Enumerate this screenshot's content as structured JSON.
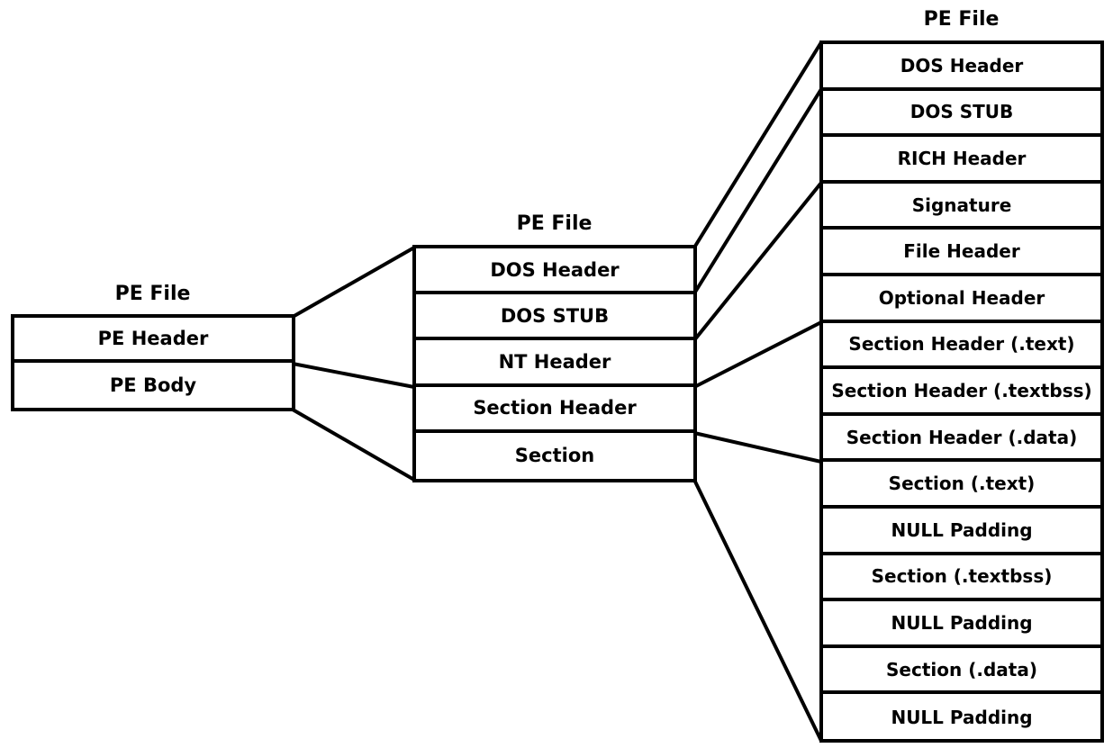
{
  "levels": [
    {
      "title": "PE File",
      "items": [
        "PE Header",
        "PE Body"
      ]
    },
    {
      "title": "PE File",
      "items": [
        "DOS Header",
        "DOS STUB",
        "NT Header",
        "Section Header",
        "Section"
      ]
    },
    {
      "title": "PE File",
      "items": [
        "DOS Header",
        "DOS STUB",
        "RICH Header",
        "Signature",
        "File Header",
        "Optional Header",
        "Section Header (.text)",
        "Section Header (.textbss)",
        "Section Header (.data)",
        "Section (.text)",
        "NULL Padding",
        "Section (.textbss)",
        "NULL Padding",
        "Section (.data)",
        "NULL Padding"
      ]
    }
  ],
  "colors": {
    "line": "#000000",
    "background": "#ffffff"
  }
}
